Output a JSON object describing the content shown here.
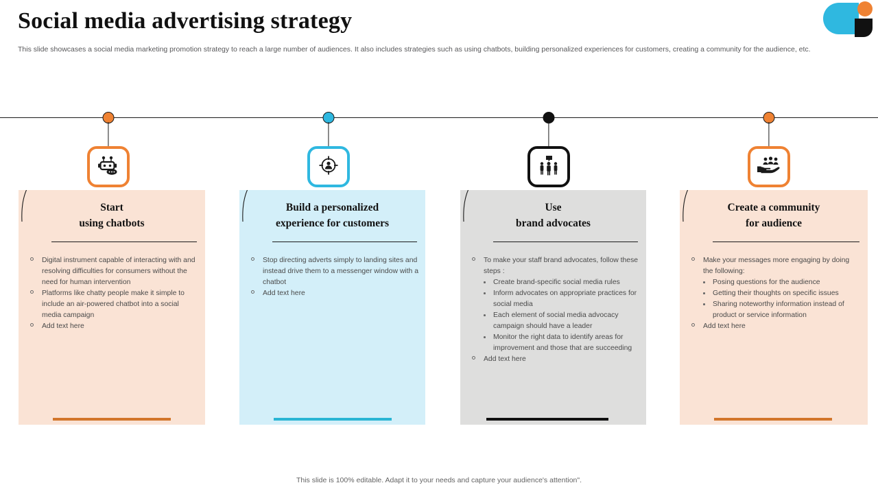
{
  "header": {
    "title": "Social media advertising strategy",
    "subtitle": "This slide showcases a social media marketing promotion strategy to reach a large number of audiences. It also includes strategies such as using chatbots, building personalized experiences for customers, creating a community for the audience, etc."
  },
  "logo": {
    "cyan": "#2fb8e0",
    "orange": "#ef8233",
    "black": "#111111"
  },
  "footer": {
    "note": "This slide is 100% editable. Adapt it to your needs and capture your audience's attention\"."
  },
  "colors": {
    "orange": "#ef8233",
    "orange_bar": "#d2762b",
    "cyan": "#2fb8e0",
    "cyan_bar": "#2ab5d4",
    "black": "#111111",
    "card_peach": "#fae3d5",
    "card_cyan": "#d3eff9",
    "card_gray": "#dededd",
    "timeline": "#1a1a1a"
  },
  "cards": [
    {
      "id": "chatbots",
      "icon": "robot-icon",
      "accent": "#ef8233",
      "bar_color": "#d2762b",
      "background": "#fae3d5",
      "title_line1": "Start",
      "title_line2": "using chatbots",
      "bullets": [
        {
          "text": "Digital instrument capable of interacting with and resolving difficulties for  consumers without the need for human intervention",
          "sub": []
        },
        {
          "text": "Platforms like chatty people make it simple to include an air-powered chatbot into a social media campaign",
          "sub": []
        },
        {
          "text": "Add text here",
          "sub": []
        }
      ]
    },
    {
      "id": "personalized-experience",
      "icon": "target-person-icon",
      "accent": "#2fb8e0",
      "bar_color": "#2ab5d4",
      "background": "#d3eff9",
      "title_line1": "Build a personalized",
      "title_line2": "experience for customers",
      "bullets": [
        {
          "text": "Stop directing  adverts  simply to landing sites and instead drive them to a messenger window with a chatbot",
          "sub": []
        },
        {
          "text": "Add text here",
          "sub": []
        }
      ]
    },
    {
      "id": "brand-advocates",
      "icon": "people-speech-icon",
      "accent": "#111111",
      "bar_color": "#111111",
      "background": "#dededd",
      "title_line1": "Use",
      "title_line2": "brand advocates",
      "bullets": [
        {
          "text": "To make your staff brand advocates,  follow these steps :",
          "sub": [
            "Create brand-specific  social media rules",
            "Inform  advocates  on appropriate  practices for social media",
            "Each element of  social media advocacy  campaign should have  a leader",
            "Monitor the right data to identify  areas for  improvement and those that are succeeding"
          ]
        },
        {
          "text": "Add text here",
          "sub": []
        }
      ]
    },
    {
      "id": "community-audience",
      "icon": "hand-people-icon",
      "accent": "#ef8233",
      "bar_color": "#d2762b",
      "background": "#fae3d5",
      "title_line1": "Create a community",
      "title_line2": "for audience",
      "bullets": [
        {
          "text": "Make your messages more engaging by doing the following:",
          "sub": [
            "Posing questions for the audience",
            "Getting their thoughts on specific issues",
            "Sharing noteworthy  information instead of product  or service  information"
          ]
        },
        {
          "text": "Add text here",
          "sub": []
        }
      ]
    }
  ]
}
